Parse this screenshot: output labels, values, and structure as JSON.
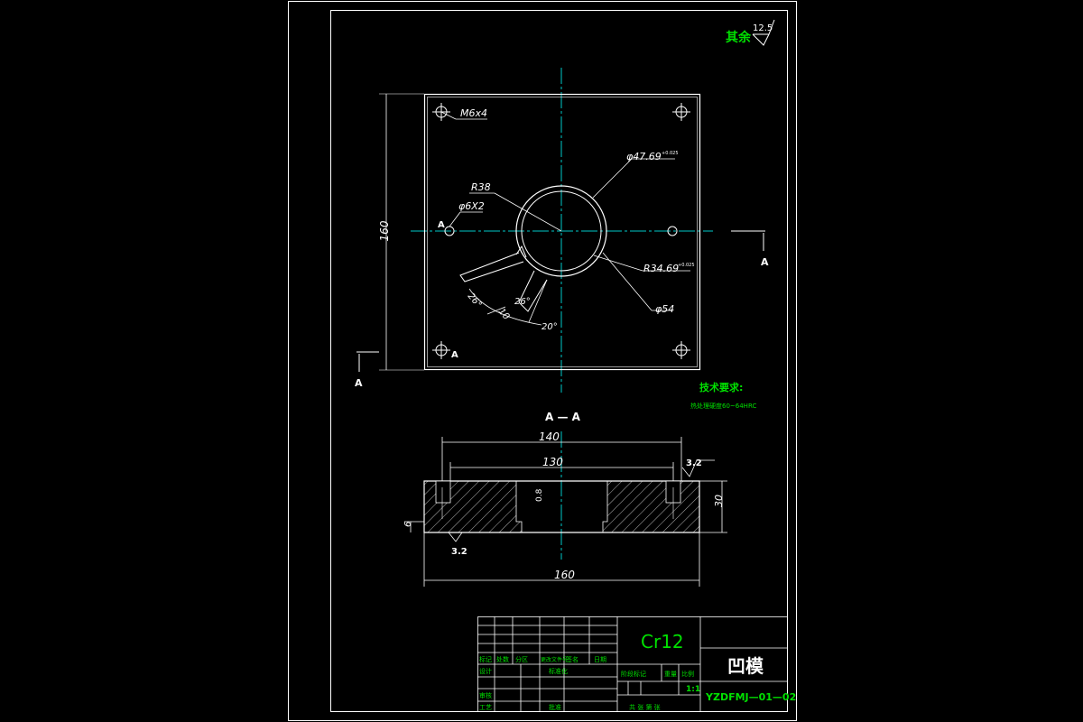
{
  "roughness_note": {
    "prefix": "其余",
    "value": "12.5"
  },
  "top_view": {
    "height_dim": "160",
    "thread_label": "M6x4",
    "pin_label": "φ6X2",
    "radius_label": "R38",
    "bore_label": "φ47.69",
    "bore_tol": "+0.025",
    "slot_radius_label": "R34.69",
    "slot_radius_tol": "+0.025",
    "outer_dia_label": "φ54",
    "angle1": "26°",
    "angle2": "26°",
    "angle3": "20°",
    "width_label": "10",
    "section_marker": "A"
  },
  "tech_req": {
    "title": "技术要求:",
    "text": "热处理硬度60~64HRC"
  },
  "section_view": {
    "title": "A — A",
    "dim_140": "140",
    "dim_130": "130",
    "dim_160": "160",
    "dim_30": "30",
    "dim_6": "6",
    "roughness_top": "3.2",
    "roughness_bottom": "3.2",
    "roughness_bore": "0.8"
  },
  "title_block": {
    "material": "Cr12",
    "part_name": "凹模",
    "drawing_no": "YZDFMJ—01—02",
    "scale": "1:1",
    "labels": {
      "mark": "标记",
      "count": "处数",
      "zone": "分区",
      "change_doc": "更改文件号",
      "sign": "签名",
      "date": "日期",
      "design": "设计",
      "standardize": "标准化",
      "check": "审核",
      "process": "工艺",
      "approve": "批准",
      "stage": "阶段标记",
      "weight": "重量",
      "ratio": "比例",
      "sheets": "共 张 第 张"
    }
  }
}
